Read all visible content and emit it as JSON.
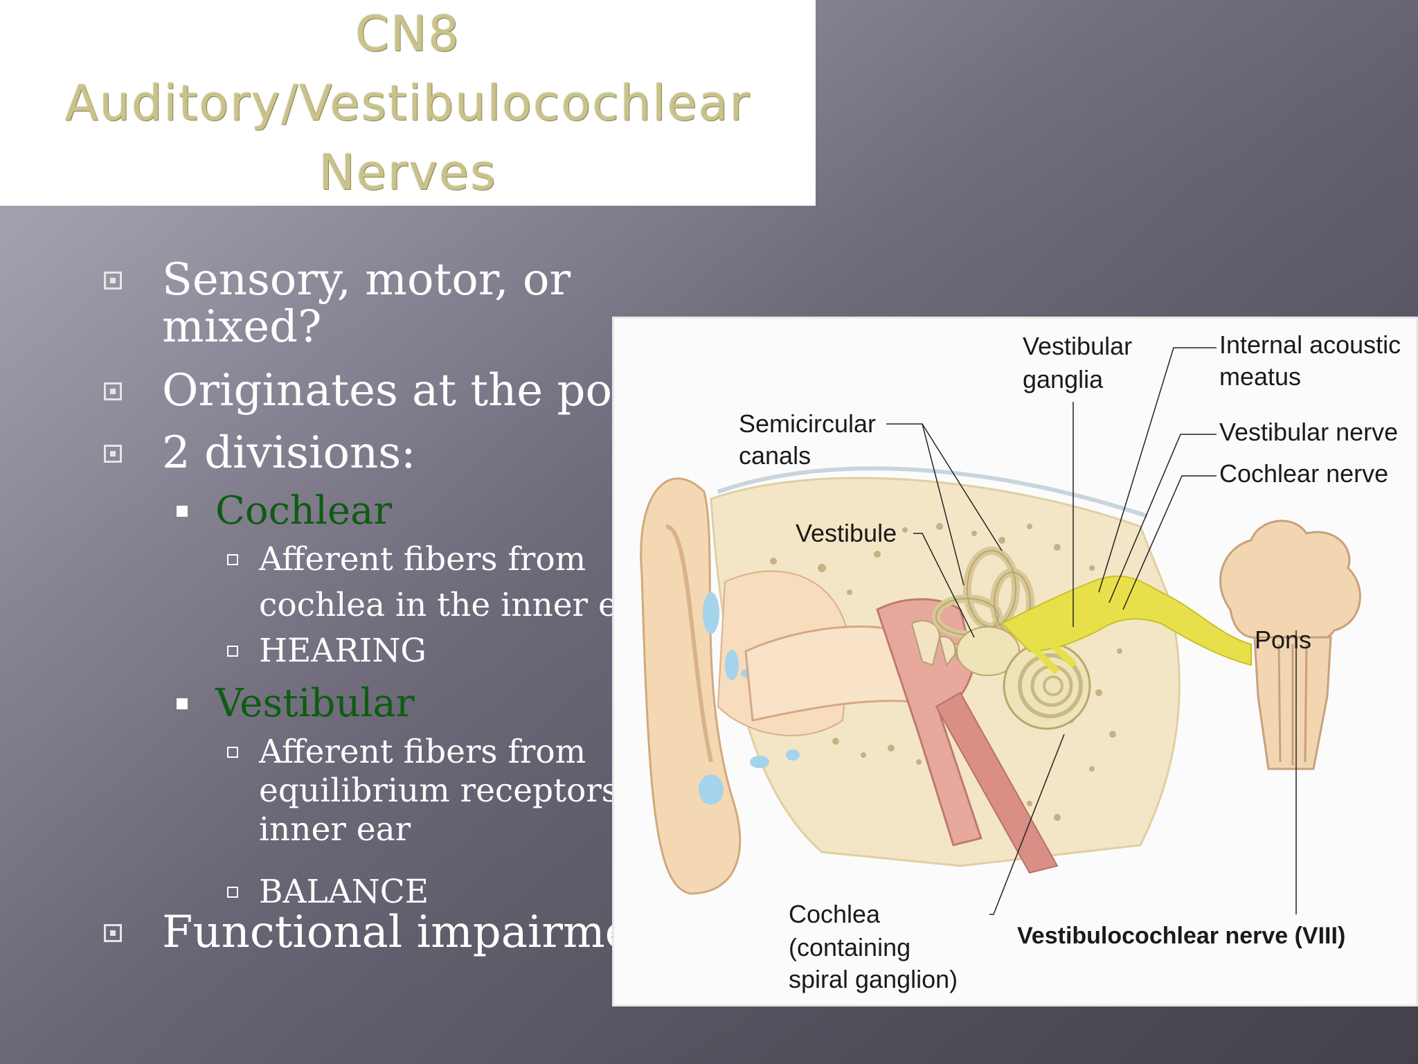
{
  "title": {
    "line1": "CN8",
    "line2": "Auditory/Vestibulocochlear",
    "line3": "Nerves"
  },
  "bullets": {
    "b1_line1": "Sensory, motor, or",
    "b1_line2": "mixed?",
    "b2": "Originates at the pons",
    "b3": "2 divisions:",
    "cochlear": {
      "label": "Cochlear",
      "afferent_line1": "Afferent fibers from",
      "afferent_line2": "cochlea in the inner ear",
      "function": "HEARING"
    },
    "vestibular": {
      "label": "Vestibular",
      "afferent_line1": "Afferent fibers from",
      "afferent_line2": "equilibrium receptors in",
      "afferent_line3": "inner ear",
      "function": "BALANCE"
    },
    "b4": "Functional impairment"
  },
  "diagram": {
    "labels": {
      "vestibular_ganglia_1": "Vestibular",
      "vestibular_ganglia_2": "ganglia",
      "internal_meatus_1": "Internal acoustic",
      "internal_meatus_2": "meatus",
      "semicircular_1": "Semicircular",
      "semicircular_2": "canals",
      "vestibular_nerve": "Vestibular nerve",
      "cochlear_nerve": "Cochlear nerve",
      "vestibule": "Vestibule",
      "pons": "Pons",
      "cochlea_1": "Cochlea",
      "cochlea_2": "(containing",
      "cochlea_3": "spiral ganglion)",
      "cn8": "Vestibulocochlear nerve (VIII)"
    }
  },
  "colors": {
    "title_text": "#c9c28a",
    "sub_heading": "#0d5c12",
    "nerve": "#e8e04a",
    "bone": "#efe4c4",
    "skin": "#f2d6b2"
  }
}
